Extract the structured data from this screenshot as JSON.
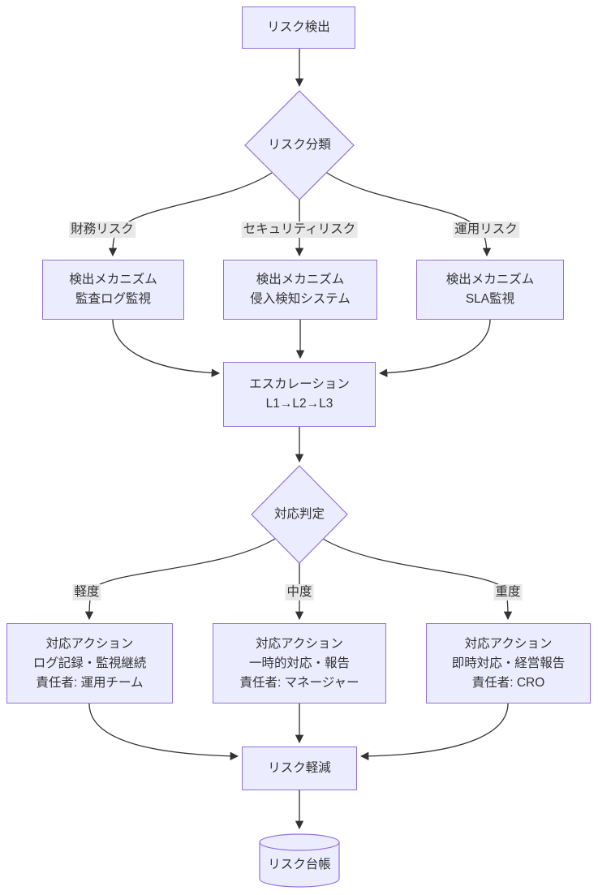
{
  "diagram": {
    "title": "risk-management-flowchart",
    "colors": {
      "node_fill": "#ECECFF",
      "node_border": "#9370DB",
      "line_color": "#333333",
      "label_bg": "#e8e8e8",
      "text_color": "#333333",
      "bg": "#ffffff"
    }
  },
  "nodes": {
    "risk_detect": {
      "label": "リスク検出"
    },
    "risk_classify": {
      "label": "リスク分類"
    },
    "detect_financial": {
      "label": "検出メカニズム\n監査ログ監視"
    },
    "detect_security": {
      "label": "検出メカニズム\n侵入検知システム"
    },
    "detect_operational": {
      "label": "検出メカニズム\nSLA監視"
    },
    "escalation": {
      "label": "エスカレーション\nL1→L2→L3"
    },
    "response_decision": {
      "label": "対応判定"
    },
    "action_minor": {
      "label": "対応アクション\nログ記録・監視継続\n責任者: 運用チーム"
    },
    "action_moderate": {
      "label": "対応アクション\n一時的対応・報告\n責任者: マネージャー"
    },
    "action_severe": {
      "label": "対応アクション\n即時対応・経営報告\n責任者: CRO"
    },
    "risk_mitigation": {
      "label": "リスク軽減"
    },
    "risk_register": {
      "label": "リスク台帳"
    }
  },
  "edge_labels": {
    "financial": "財務リスク",
    "security": "セキュリティリスク",
    "operational": "運用リスク",
    "minor": "軽度",
    "moderate": "中度",
    "severe": "重度"
  }
}
